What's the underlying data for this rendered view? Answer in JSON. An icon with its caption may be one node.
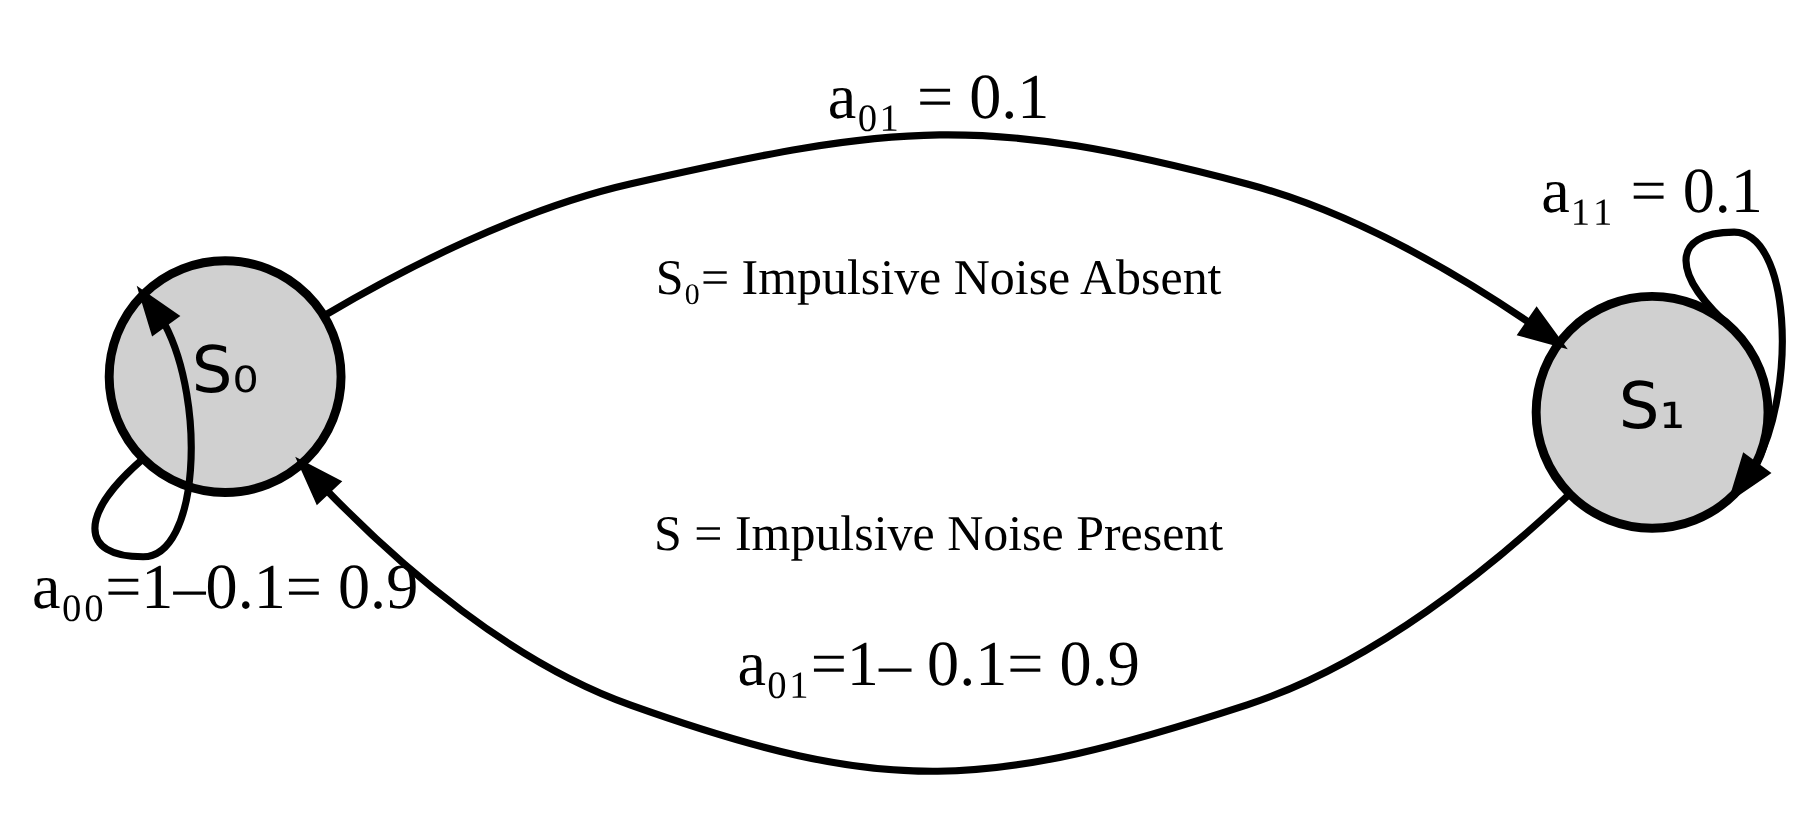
{
  "diagram": {
    "nodes": [
      {
        "text": [
          "S₀"
        ]
      },
      {
        "text": [
          "S₁"
        ]
      }
    ],
    "edges": [
      {
        "from": 0,
        "to": 1,
        "arrow": "to",
        "label": "a₀₁ = 0.1"
      },
      {
        "from": 1,
        "to": 0,
        "arrow": "to",
        "label": "a₀₁=1– 0.1= 0.9"
      },
      {
        "from": 0,
        "to": 0,
        "arrow": "to",
        "label": "a₀₀=1–0.1= 0.9"
      },
      {
        "from": 1,
        "to": 1,
        "arrow": "to",
        "label": "a₁₁ = 0.1"
      }
    ],
    "labels": [
      "S₀= Impulsive Noise Absent",
      "S = Impulsive Noise Present"
    ]
  }
}
